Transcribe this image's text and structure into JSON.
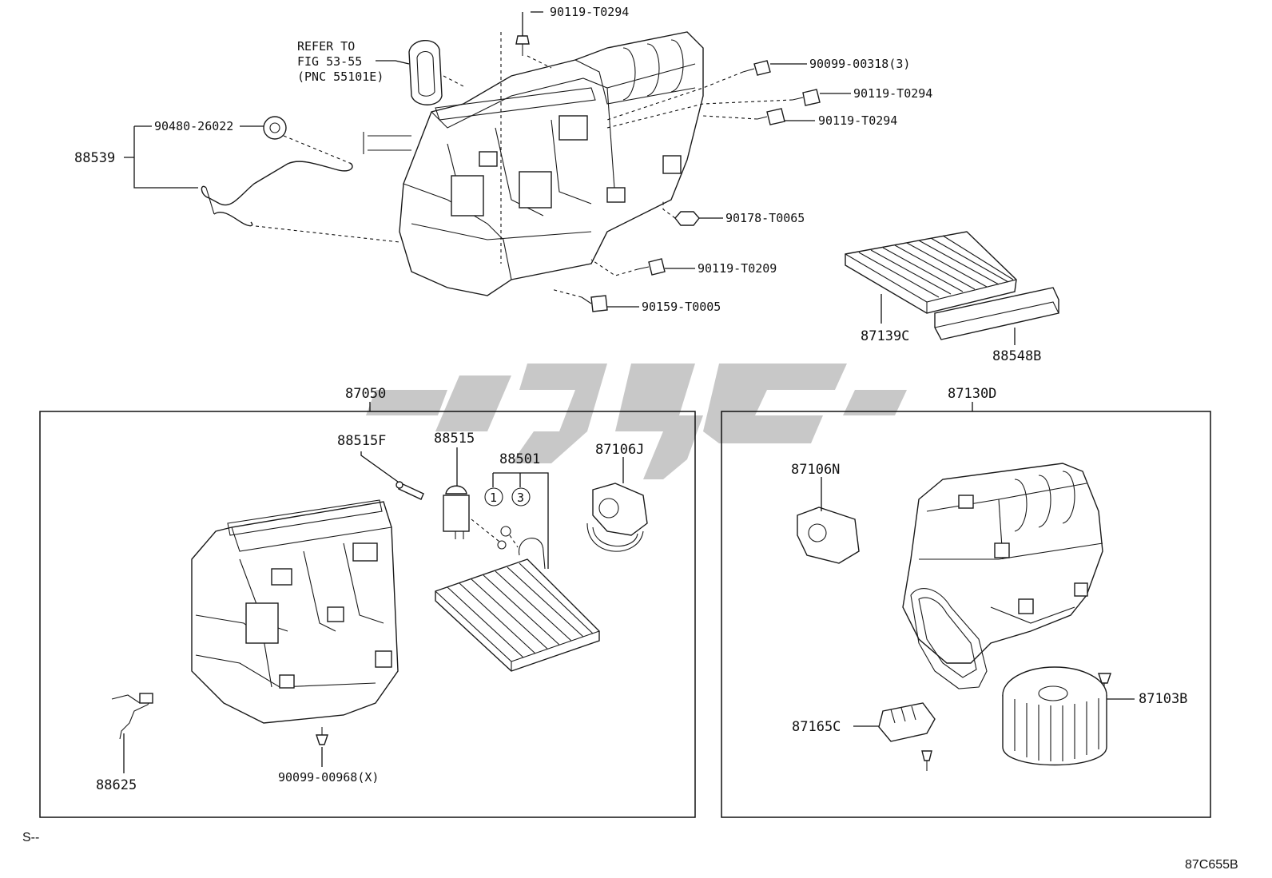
{
  "callouts": {
    "refer_line1": "REFER TO",
    "refer_line2": "FIG 53-55",
    "refer_line3": "(PNC 55101E)",
    "p_90119_T0294_a": "90119-T0294",
    "p_90099_00318": "90099-00318(3)",
    "p_90119_T0294_b": "90119-T0294",
    "p_90119_T0294_c": "90119-T0294",
    "p_90480_26022": "90480-26022",
    "p_88539": "88539",
    "p_90178_T0065": "90178-T0065",
    "p_90119_T0209": "90119-T0209",
    "p_90159_T0005": "90159-T0005",
    "p_87139C": "87139C",
    "p_88548B": "88548B",
    "p_87050": "87050",
    "p_87130D": "87130D",
    "p_88515F": "88515F",
    "p_88515": "88515",
    "p_88501": "88501",
    "p_87106J": "87106J",
    "p_circle_1": "1",
    "p_circle_3": "3",
    "p_88625": "88625",
    "p_90099_00968": "90099-00968(X)",
    "p_87106N": "87106N",
    "p_87103B": "87103B",
    "p_87165C": "87165C"
  },
  "footer": {
    "left_mark": "S--",
    "figure_code": "87C655B"
  },
  "colors": {
    "line": "#111111",
    "watermark": "#9a9a9a",
    "background": "#ffffff"
  }
}
